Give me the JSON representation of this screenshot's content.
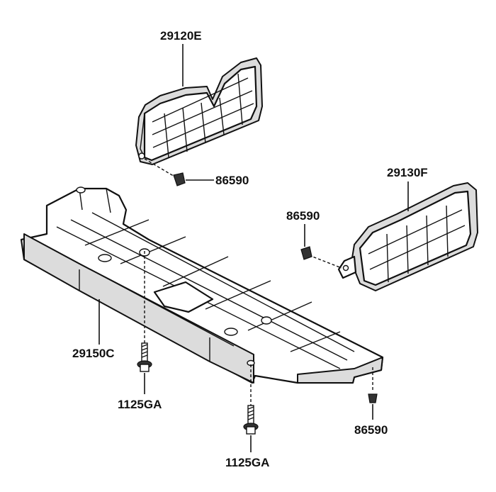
{
  "parts": {
    "upper_cover": "29120E",
    "side_cover": "29130F",
    "under_cover": "29150C",
    "clip_upper": "86590",
    "clip_side": "86590",
    "clip_lower": "86590",
    "bolt_left": "1125GA",
    "bolt_center": "1125GA"
  },
  "colors": {
    "ink": "#111111",
    "paper": "#ffffff"
  }
}
